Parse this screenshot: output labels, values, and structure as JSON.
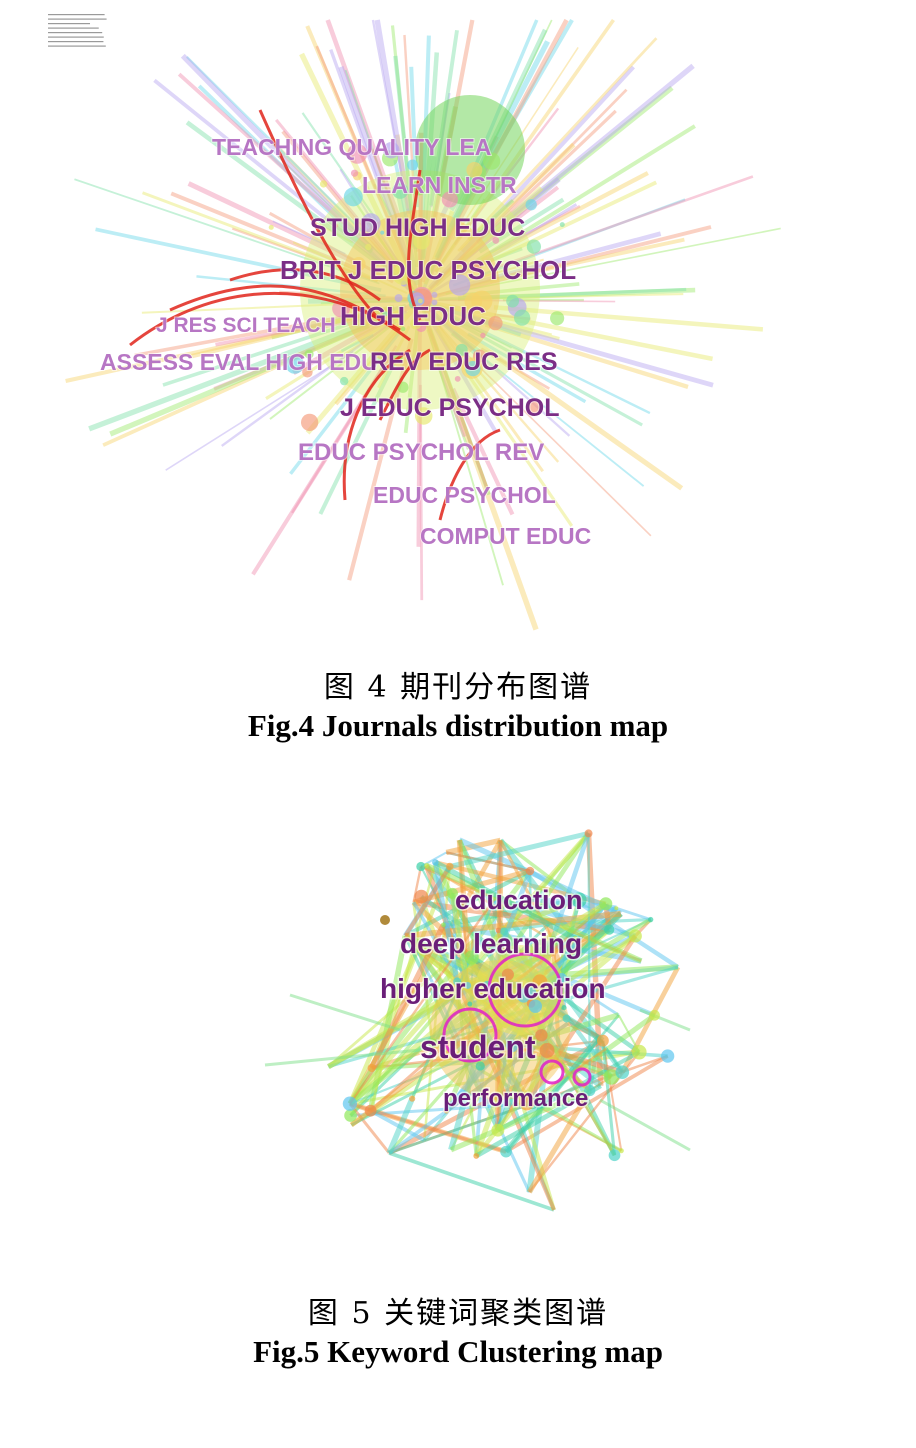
{
  "fig4": {
    "caption_zh": "图 4    期刊分布图谱",
    "caption_en": "Fig.4    Journals distribution map",
    "labels": [
      "TEACHING QUALITY LEA",
      "LEARN INSTR",
      "STUD HIGH EDUC",
      "BRIT J EDUC PSYCHOL",
      "J RES SCI TEACH",
      "HIGH EDUC",
      "ASSESS EVAL HIGH EDU",
      "REV EDUC RES",
      "J EDUC PSYCHOL",
      "EDUC PSYCHOL REV",
      "EDUC PSYCHOL",
      "COMPUT EDUC"
    ],
    "link_color": "#e0241b"
  },
  "fig5": {
    "caption_zh": "图 5    关键词聚类图谱",
    "caption_en": "Fig.5    Keyword Clustering map",
    "labels": [
      "education",
      "deep learning",
      "higher education",
      "student",
      "performance"
    ],
    "ring_color": "#e020c8"
  }
}
